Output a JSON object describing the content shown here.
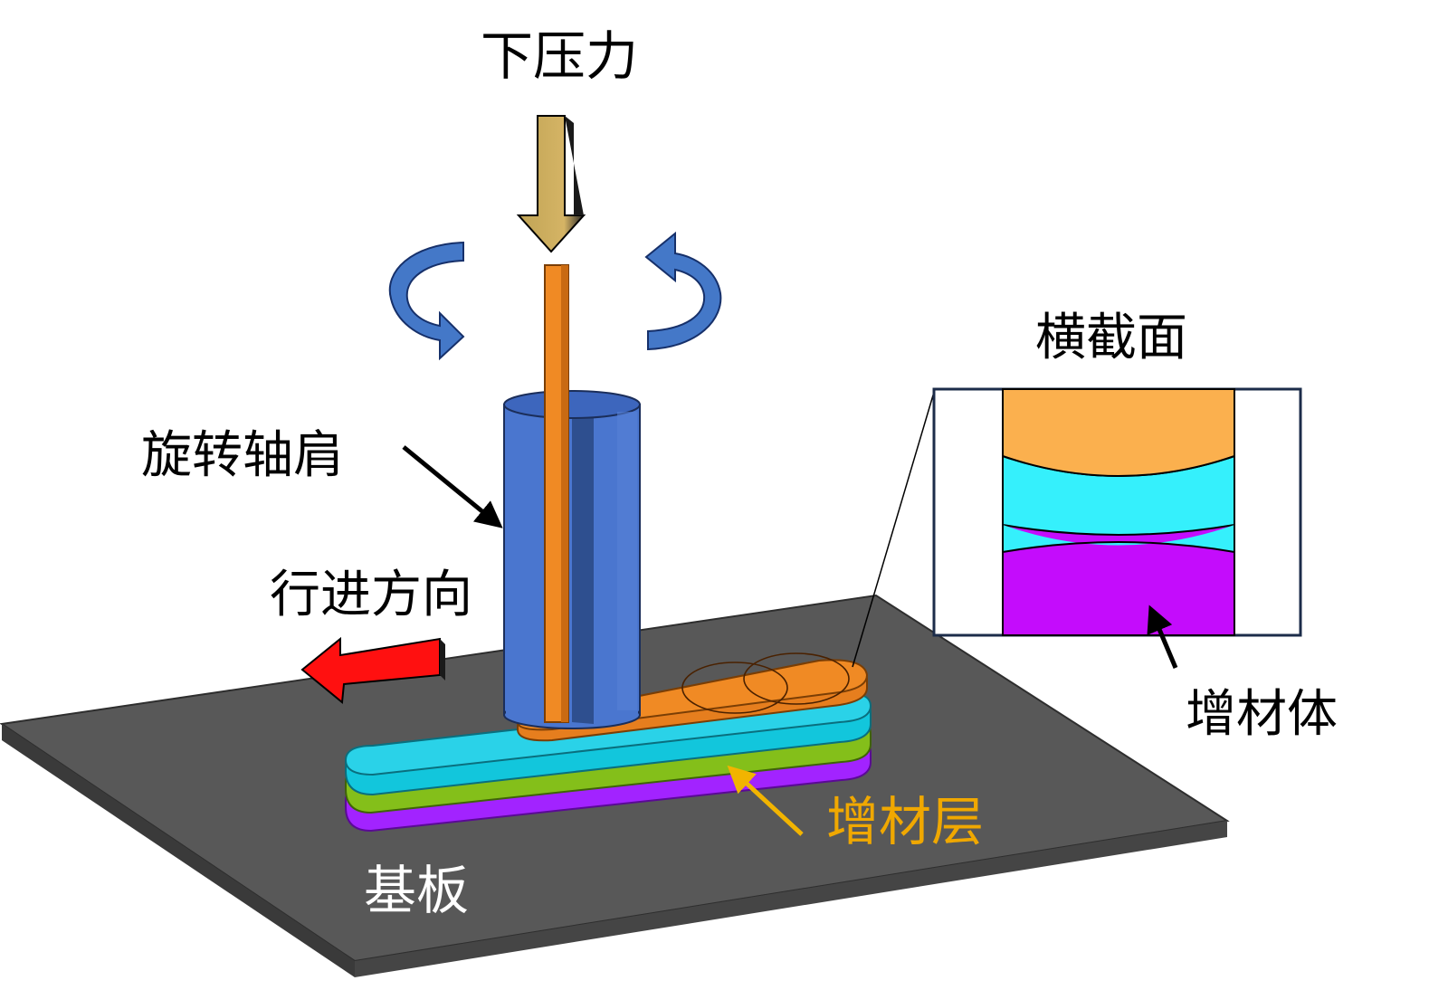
{
  "labels": {
    "downforce": "下压力",
    "rotating_shoulder": "旋转轴肩",
    "travel_direction": "行进方向",
    "cross_section": "横截面",
    "additive_body": "增材体",
    "additive_layer": "增材层",
    "substrate": "基板"
  },
  "colors": {
    "substrate": "#585858",
    "shoulder_blue": "#4a76cf",
    "shoulder_dark": "#2e4f8f",
    "rod_orange": "#f08a24",
    "layer_orange": "#f4a04a",
    "layer_cyan": "#2ad2e8",
    "layer_green": "#84bf1a",
    "layer_purple": "#a223ff",
    "section_orange": "#fbb04e",
    "section_cyan": "#35f0fc",
    "section_purple": "#c40cfc",
    "arrow_red": "#ff1010",
    "arrow_gold": "#c9a84e",
    "label_gold": "#f0a800",
    "rotation_blue": "#4478c8"
  }
}
